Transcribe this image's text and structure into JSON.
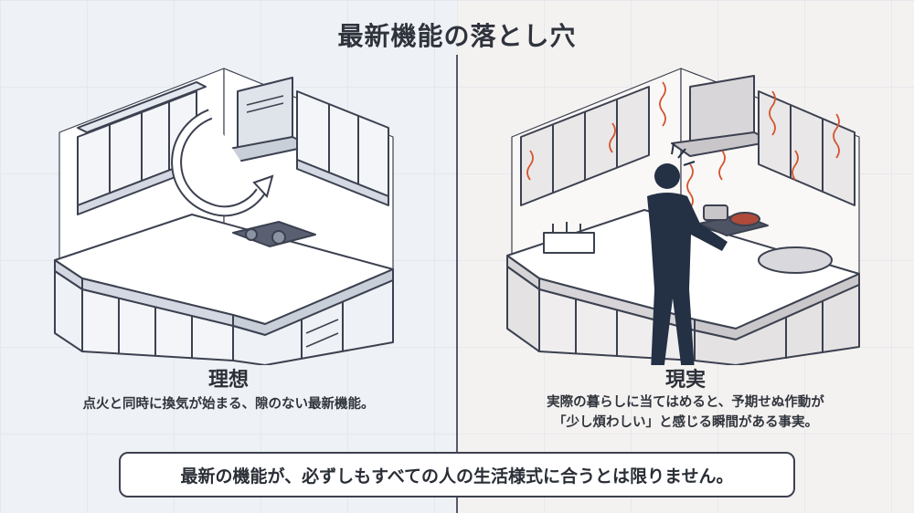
{
  "title": "最新機能の落とし穴",
  "ideal": {
    "heading": "理想",
    "description": "点火と同時に換気が始まる、隙のない最新機能。"
  },
  "reality": {
    "heading": "現実",
    "description_line1": "実際の暮らしに当てはめると、予期せぬ作動が",
    "description_line2": "「少し煩わしい」と感じる瞬間がある事実。"
  },
  "conclusion": "最新の機能が、必ずしもすべての人の生活様式に合うとは限りません。",
  "colors": {
    "ideal_bg": "#eef1f5",
    "reality_bg": "#f4f2f1",
    "cabinet_fill": "#f7f8fa",
    "cabinet_shade": "#d3d8e2",
    "outline": "#3c4150",
    "heat_line": "#d4552f",
    "person": "#243043"
  }
}
